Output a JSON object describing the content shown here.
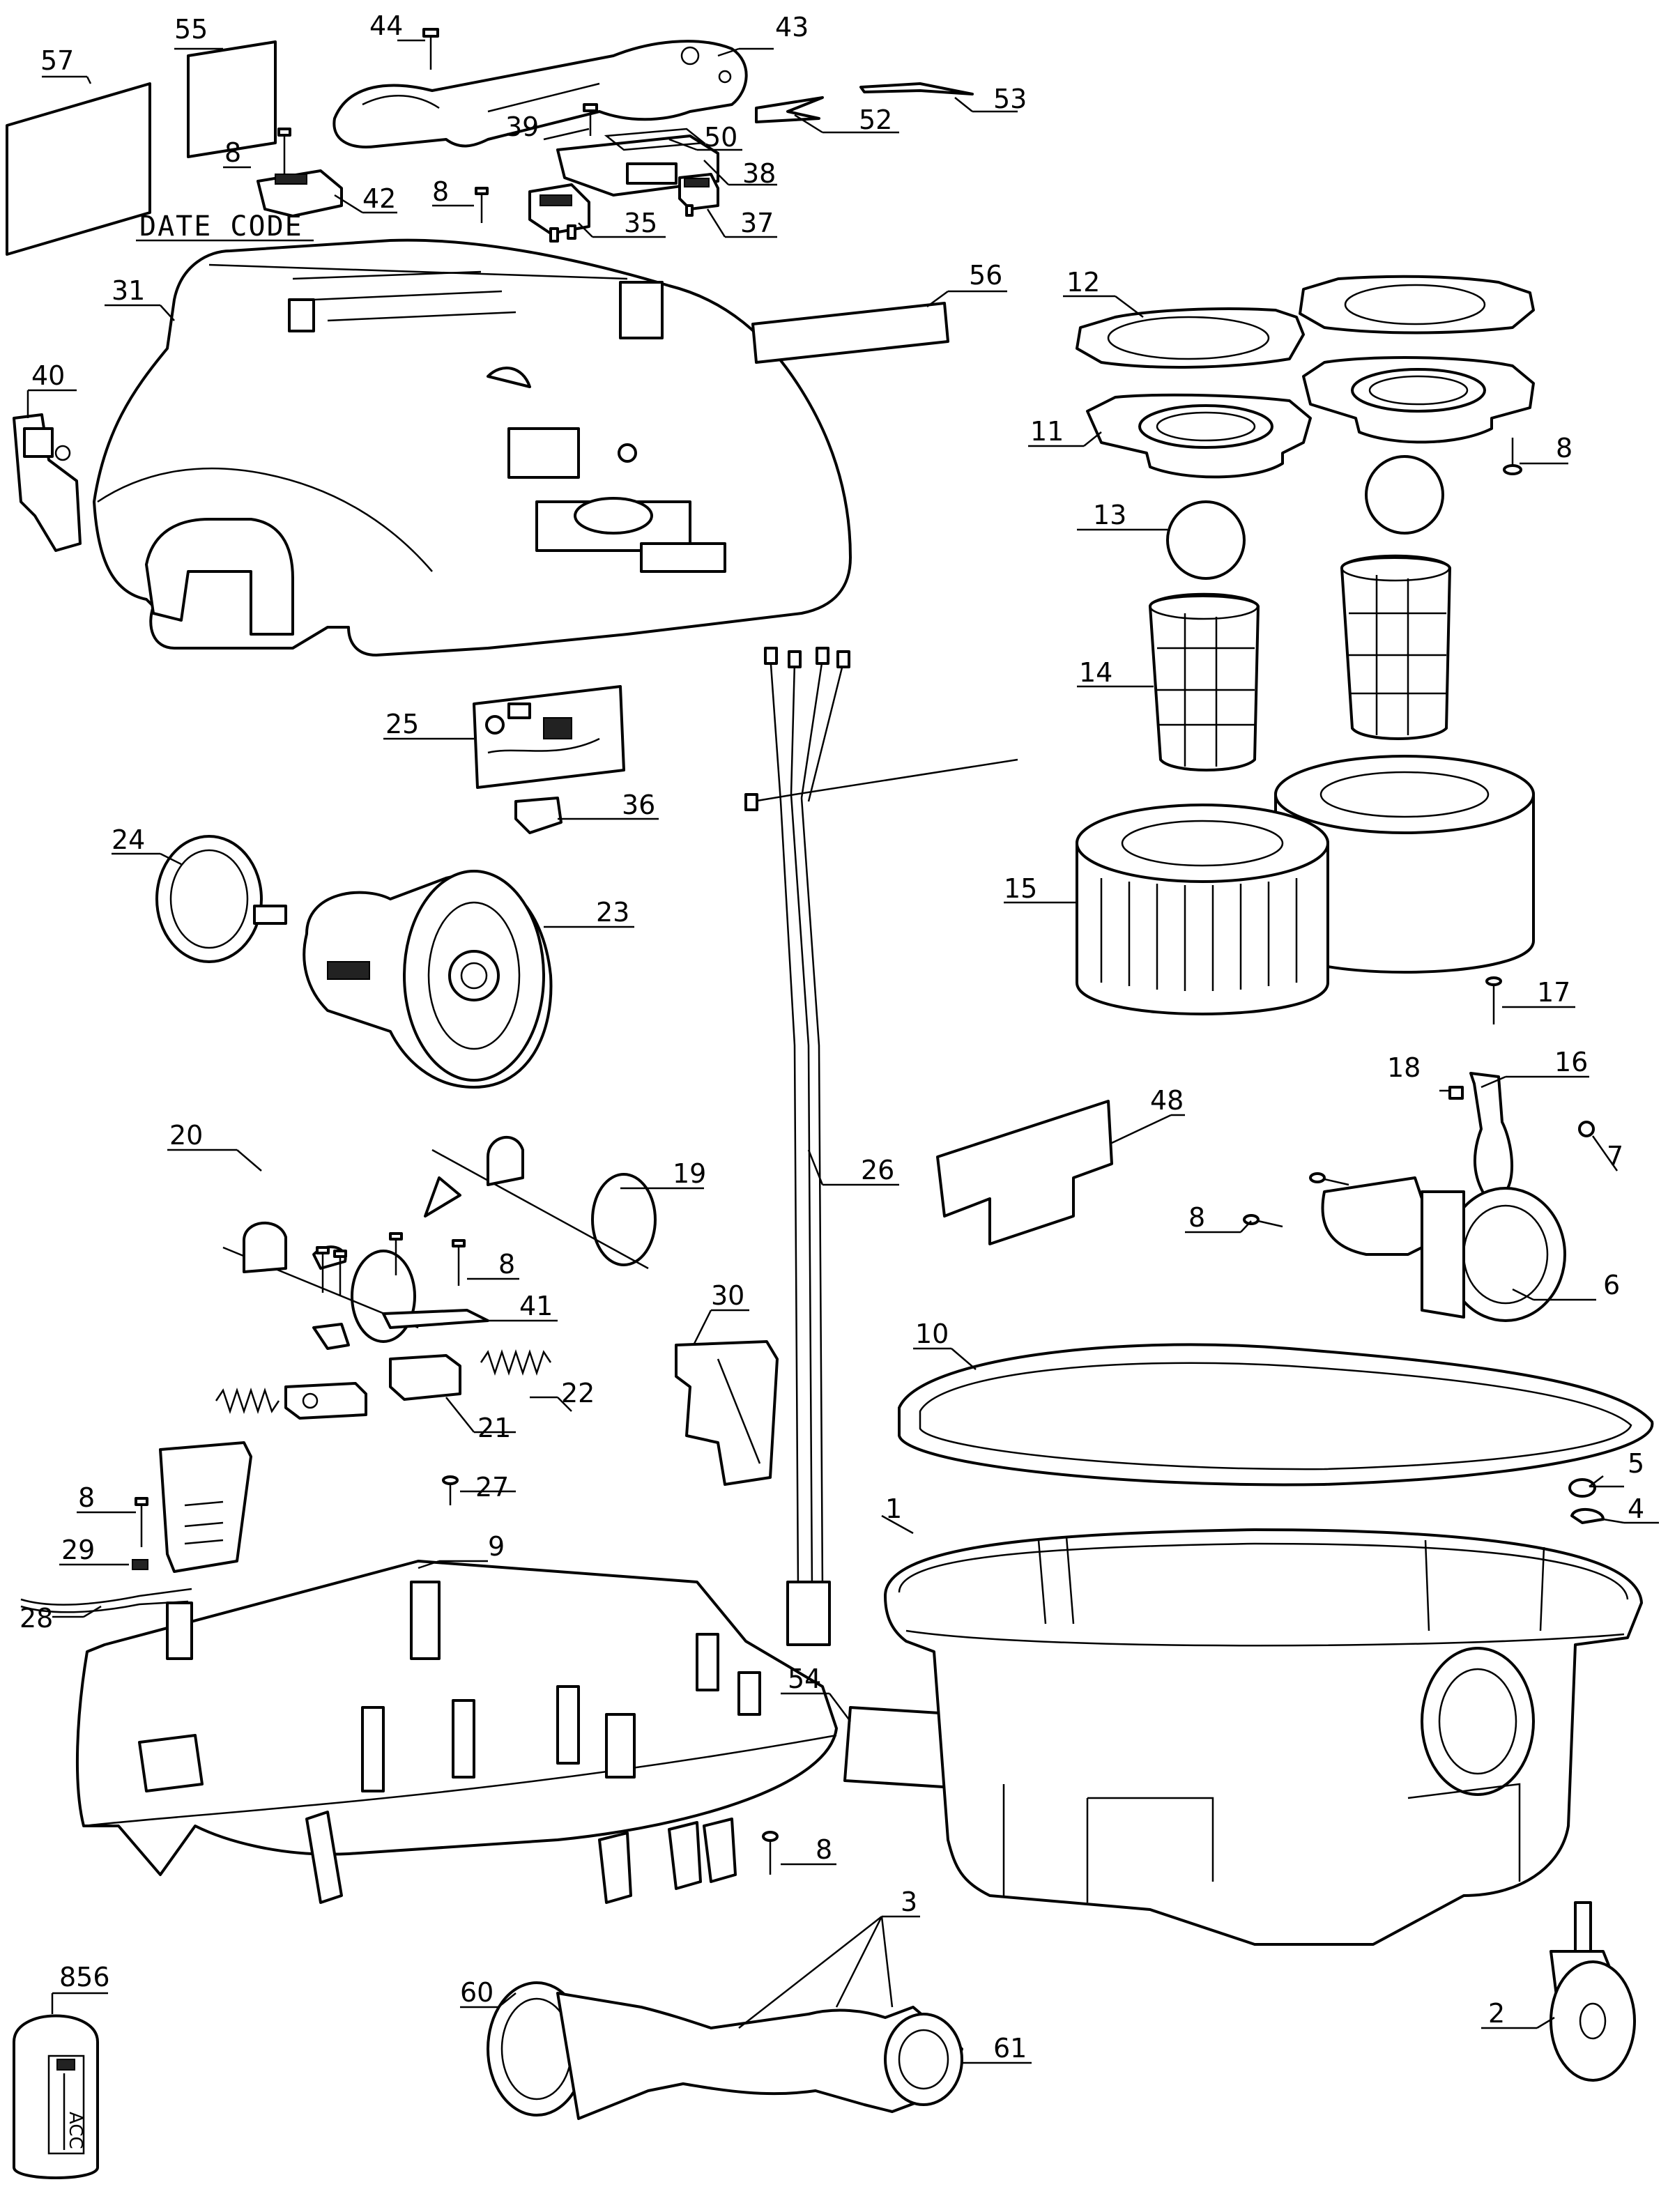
{
  "diagram": {
    "date_code_label": "DATE CODE",
    "acc_label": "ACC",
    "callouts": [
      {
        "id": "c44",
        "label": "44"
      },
      {
        "id": "c43",
        "label": "43"
      },
      {
        "id": "c55",
        "label": "55"
      },
      {
        "id": "c57",
        "label": "57"
      },
      {
        "id": "c53",
        "label": "53"
      },
      {
        "id": "c52",
        "label": "52"
      },
      {
        "id": "c39",
        "label": "39"
      },
      {
        "id": "c50",
        "label": "50"
      },
      {
        "id": "c8a",
        "label": "8"
      },
      {
        "id": "c42",
        "label": "42"
      },
      {
        "id": "c38",
        "label": "38"
      },
      {
        "id": "c8b",
        "label": "8"
      },
      {
        "id": "c35",
        "label": "35"
      },
      {
        "id": "c37",
        "label": "37"
      },
      {
        "id": "c31",
        "label": "31"
      },
      {
        "id": "c56",
        "label": "56"
      },
      {
        "id": "c12",
        "label": "12"
      },
      {
        "id": "c40",
        "label": "40"
      },
      {
        "id": "c11",
        "label": "11"
      },
      {
        "id": "c8c",
        "label": "8"
      },
      {
        "id": "c13",
        "label": "13"
      },
      {
        "id": "c25",
        "label": "25"
      },
      {
        "id": "c14",
        "label": "14"
      },
      {
        "id": "c36",
        "label": "36"
      },
      {
        "id": "c24",
        "label": "24"
      },
      {
        "id": "c15",
        "label": "15"
      },
      {
        "id": "c23",
        "label": "23"
      },
      {
        "id": "c17",
        "label": "17"
      },
      {
        "id": "c19",
        "label": "19"
      },
      {
        "id": "c26",
        "label": "26"
      },
      {
        "id": "c18",
        "label": "18"
      },
      {
        "id": "c16",
        "label": "16"
      },
      {
        "id": "c48",
        "label": "48"
      },
      {
        "id": "c20",
        "label": "20"
      },
      {
        "id": "c7",
        "label": "7"
      },
      {
        "id": "c8d",
        "label": "8"
      },
      {
        "id": "c8e",
        "label": "8"
      },
      {
        "id": "c41",
        "label": "41"
      },
      {
        "id": "c6",
        "label": "6"
      },
      {
        "id": "c30",
        "label": "30"
      },
      {
        "id": "c10",
        "label": "10"
      },
      {
        "id": "c22",
        "label": "22"
      },
      {
        "id": "c21",
        "label": "21"
      },
      {
        "id": "c5",
        "label": "5"
      },
      {
        "id": "c27",
        "label": "27"
      },
      {
        "id": "c8f",
        "label": "8"
      },
      {
        "id": "c1",
        "label": "1"
      },
      {
        "id": "c4",
        "label": "4"
      },
      {
        "id": "c9",
        "label": "9"
      },
      {
        "id": "c29",
        "label": "29"
      },
      {
        "id": "c28",
        "label": "28"
      },
      {
        "id": "c54",
        "label": "54"
      },
      {
        "id": "c8g",
        "label": "8"
      },
      {
        "id": "c856",
        "label": "856"
      },
      {
        "id": "c60",
        "label": "60"
      },
      {
        "id": "c3",
        "label": "3"
      },
      {
        "id": "c61",
        "label": "61"
      },
      {
        "id": "c2",
        "label": "2"
      }
    ]
  }
}
